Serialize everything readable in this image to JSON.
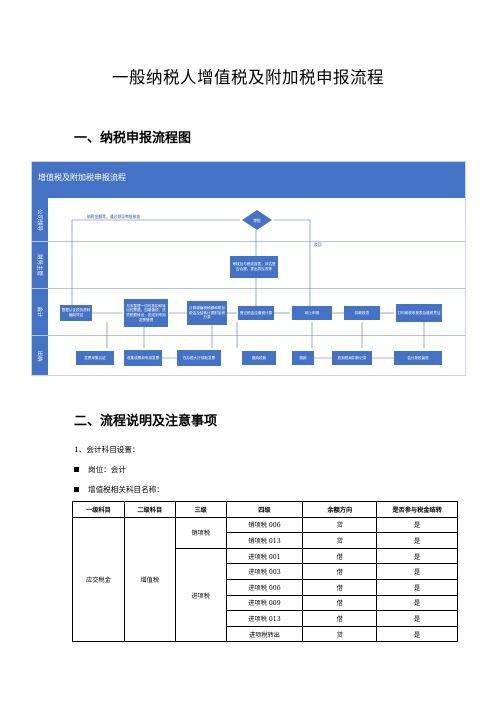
{
  "doc": {
    "title": "一般纳税人增值税及附加税申报流程",
    "section1": "一、纳税申报流程图",
    "section2": "二、流程说明及注意事项",
    "p1": "1、会计科目设置：",
    "bullet1": "岗位：会计",
    "bullet2": "增值税相关科目名称："
  },
  "flowchart": {
    "title": "增值税及附加税申报流程",
    "lanes": [
      "公司领导",
      "财务主管",
      "会计",
      "出纳"
    ],
    "boxes": {
      "leader_review": "审批",
      "manager_review": "审核及与税收报表，评估是否合理，提出异议改等",
      "acc1": "根据认证税务资料编制凭证",
      "acc2": "月末整理一切可抵扣和转出的票据，如增值税、进项税额转出，发送到专用发票管理",
      "acc3": "计算增值税税额和附加税金及结转计提附加税分录",
      "acc4": "登记税金应缴税计算",
      "acc5": "网上申报",
      "acc6": "扣款核查",
      "acc7": "打印纳税申报表及缴税凭证",
      "cash1": "发票采集认证",
      "cash2": "收集领票和专用发票",
      "cash3": "在办税大厅领取发票",
      "cash4": "缴纳税款",
      "cash5": "缴款",
      "cash6": "收到税局扣款记录",
      "cash7": "会计报税留底"
    },
    "note_top": "纳税金额等，通过领导审批核准",
    "note_return": "驳回"
  },
  "table": {
    "headers": [
      "一级科目",
      "二级科目",
      "三级",
      "四级",
      "余额方向",
      "是否参与税金结转"
    ],
    "level1": "应交税金",
    "level2": "增值税",
    "groups": [
      {
        "level3": "销项税",
        "rows": [
          [
            "销项税 006",
            "贷",
            "是"
          ],
          [
            "销项税 013",
            "贷",
            "是"
          ]
        ]
      },
      {
        "level3": "进项税",
        "rows": [
          [
            "进项税 001",
            "借",
            "是"
          ],
          [
            "进项税 003",
            "借",
            "是"
          ],
          [
            "进项税 006",
            "借",
            "是"
          ],
          [
            "进项税 009",
            "借",
            "是"
          ],
          [
            "进项税 013",
            "借",
            "是"
          ],
          [
            "进项税转出",
            "贷",
            "是"
          ]
        ]
      }
    ]
  }
}
